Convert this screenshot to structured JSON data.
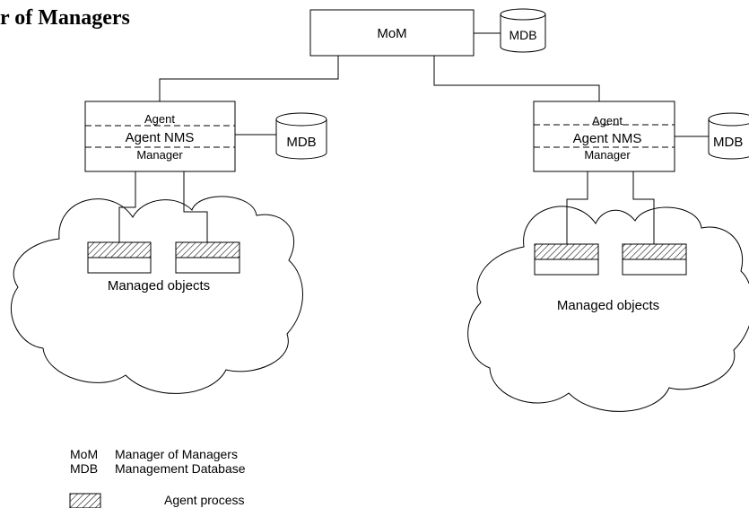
{
  "title": "r of Managers",
  "mom": {
    "label": "MoM"
  },
  "mdb": {
    "label": "MDB"
  },
  "agent_nms": {
    "agent": "Agent",
    "name": "Agent NMS",
    "manager": "Manager"
  },
  "clouds": {
    "label": "Managed objects"
  },
  "legend": {
    "mom_abbr": "MoM",
    "mom_desc": "Manager of Managers",
    "mdb_abbr": "MDB",
    "mdb_desc": "Management Database",
    "agent_process": "Agent process"
  }
}
